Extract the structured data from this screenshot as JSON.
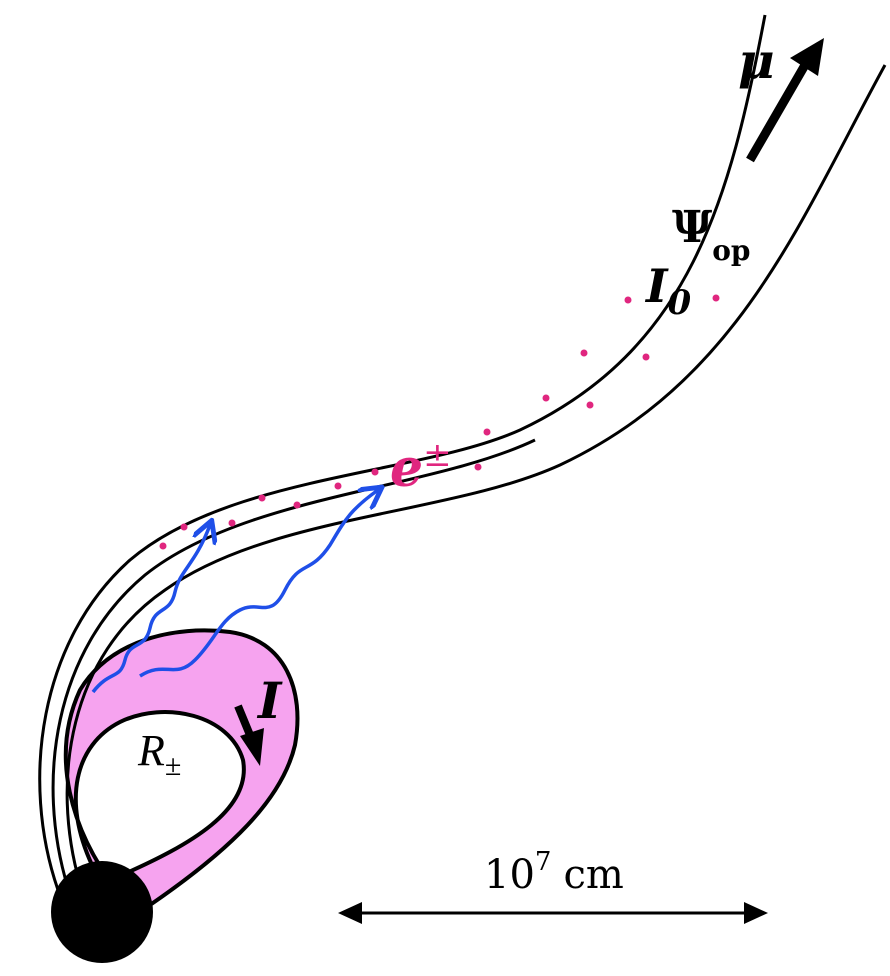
{
  "labels": {
    "mu": "μ",
    "psi": "Ψ",
    "psi_sub": "op",
    "current_open": "I",
    "current_open_sub": "0",
    "pairs": "e",
    "pairs_sup": "±",
    "current_closed": "I",
    "radius": "R",
    "radius_sub": "±",
    "scale_base": "10",
    "scale_exp": "7",
    "scale_unit": "cm"
  },
  "colors": {
    "loop_fill": "#f6a3ef",
    "pairs": "#e0267f",
    "photons": "#1f4fe8",
    "stroke": "#000000"
  }
}
